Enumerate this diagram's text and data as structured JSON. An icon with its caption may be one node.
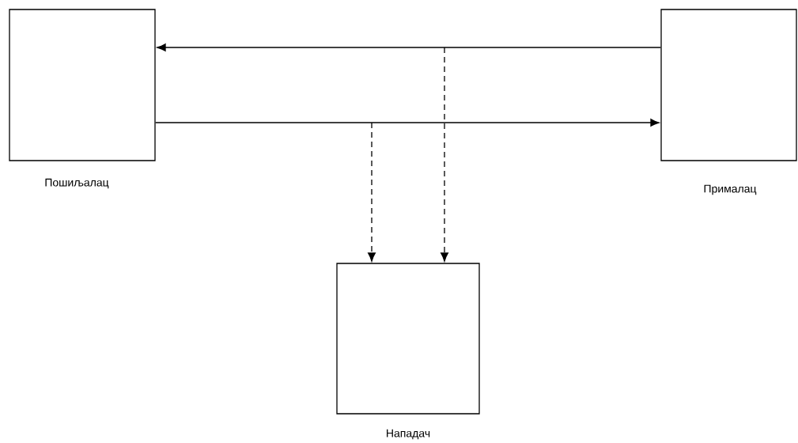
{
  "diagram": {
    "nodes": [
      {
        "text": [
          "Пошиљалац"
        ]
      },
      {
        "text": [
          "Прималац"
        ]
      },
      {
        "text": [
          "Нападач"
        ]
      }
    ],
    "edges": [
      {
        "from": 1,
        "to": 0,
        "arrow": "to"
      },
      {
        "from": 0,
        "to": 1,
        "arrow": "to"
      },
      {
        "from": null,
        "to": 2,
        "arrow": "to",
        "style": "dashed"
      },
      {
        "from": null,
        "to": 2,
        "arrow": "to",
        "style": "dashed"
      }
    ]
  }
}
